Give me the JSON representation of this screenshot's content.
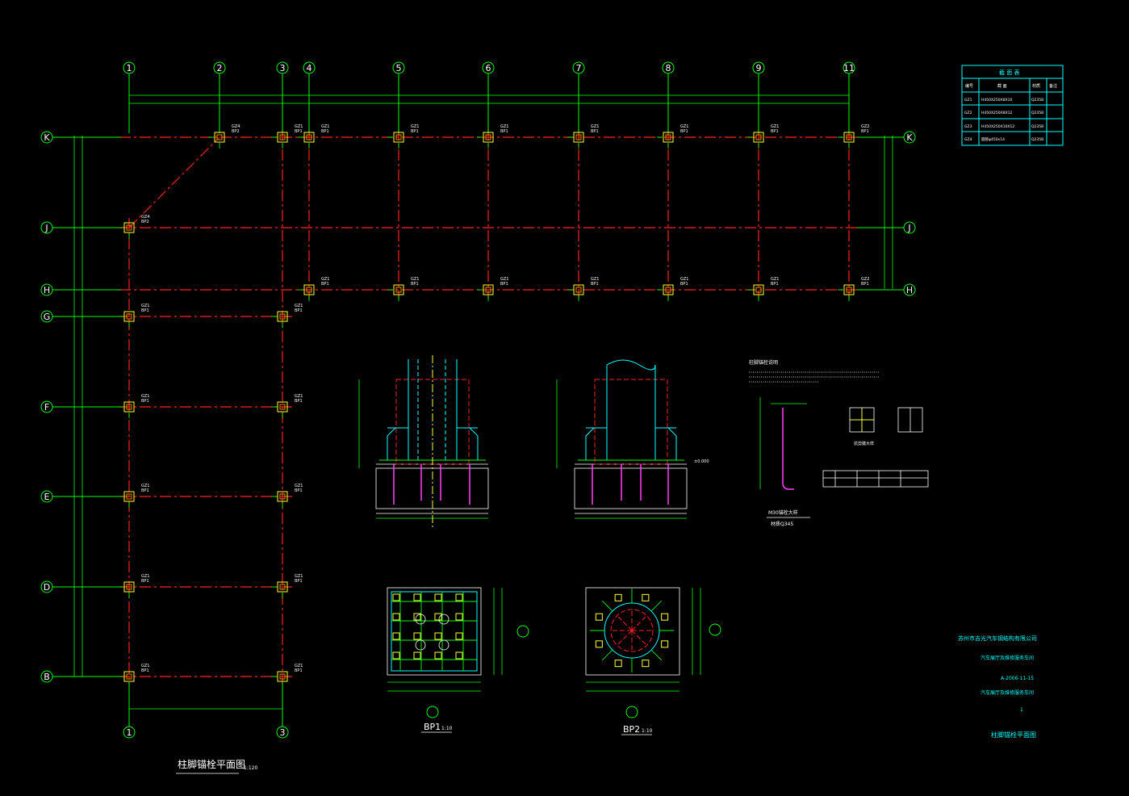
{
  "plan": {
    "title": "柱脚锚栓平面图",
    "scale": "1:120",
    "top_axes": [
      "1",
      "2",
      "3",
      "4",
      "5",
      "6",
      "7",
      "8",
      "9",
      "11"
    ],
    "bottom_axes": [
      "1",
      "3"
    ],
    "left_axes": [
      "K",
      "J",
      "H",
      "G",
      "F",
      "E",
      "D",
      "B"
    ],
    "right_axes": [
      "K",
      "J",
      "H"
    ],
    "column_tags": [
      "GZ1",
      "GZ2",
      "GZ3",
      "GZ4"
    ],
    "plate_tags": [
      "BP1",
      "BP2"
    ]
  },
  "legend_table": {
    "title": "截 面 表",
    "headers": [
      "编号",
      "截 面",
      "材质",
      "备注"
    ],
    "rows": [
      [
        "GZ1",
        "H450X250X8X10",
        "Q235B",
        ""
      ],
      [
        "GZ2",
        "H450X250X8X12",
        "Q235B",
        ""
      ],
      [
        "GZ3",
        "H450X250X10X12",
        "Q235B",
        ""
      ],
      [
        "GZ4",
        "圆管φ450x14",
        "Q235B",
        ""
      ]
    ]
  },
  "details": {
    "bp1_label": "BP1",
    "bp2_label": "BP2",
    "detail_scale": "1:10",
    "bolt_label": "M30锚栓大样",
    "bolt_material": "材质Q345",
    "anchor_notes_title": "柱脚锚栓说明",
    "stiffener_caption": "抗剪键大样",
    "elevation_note": "±0.000"
  },
  "title_block": {
    "company": "苏州市吉光汽车钢结构有限公司",
    "project": "汽车展厅及维修服务车间",
    "drawing_no": "A-2006-11-15",
    "subtitle": "汽车展厅及维修服务车间",
    "sheet": "1",
    "drawing_title": "柱脚锚栓平面图"
  },
  "colors": {
    "background": "#000000",
    "grid": "#00ff00",
    "axis": "#ff2020",
    "column": "#ffff33",
    "detail": "#00ffff",
    "text": "#ffffff"
  }
}
